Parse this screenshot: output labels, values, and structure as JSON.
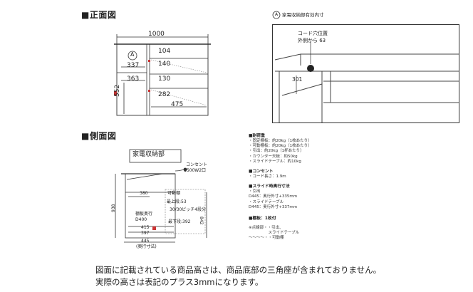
{
  "front_view": {
    "heading": "■正面図",
    "width_label": "1000",
    "marker": "A",
    "left_dims": [
      "337",
      "363"
    ],
    "height_label": "552",
    "shelf_heights": [
      "104",
      "140",
      "130",
      "282"
    ],
    "inner_width": "475"
  },
  "detail_view": {
    "marker": "A",
    "caption": "家電収納部有効内寸",
    "hole_label_1": "コード穴位置",
    "hole_label_2": "外側から 63",
    "dim_301": "301"
  },
  "side_view": {
    "heading": "■側面図",
    "box_label": "家電収納部",
    "outlet_label_1": "コンセント",
    "outlet_label_2": "1500W2口",
    "dim_380": "380",
    "movable_shelf_label": "可動棚",
    "shelf_top": "最上段:53",
    "pitch": "30/30ピッチ4段分",
    "shelf_bottom": "最下段:392",
    "depth_label_1": "棚板奥行",
    "depth_label_2": "D400",
    "dim_415": "415",
    "dim_397": "397",
    "dim_445": "445",
    "depth_note": "(奥行寸法)",
    "height_left": "938",
    "height_right": "842"
  },
  "notes": {
    "load_title": "■耐荷重",
    "load_items": [
      "・固定棚板：約20kg（1枚あたり）",
      "・可動棚板：約20kg（1枚あたり）",
      "・引出：約20kg（1杯あたり）",
      "・カウンター天板：約50kg",
      "・スライドテーブル：約10kg"
    ],
    "outlet_title": "■コンセント",
    "outlet_items": [
      "・コード長さ：1.9m"
    ],
    "slide_title": "■スライド時奥行寸法",
    "slide_items": [
      "・引出",
      "D445：奥行外寸+335mm",
      "・スライドテーブル",
      "D445：奥行外寸+337mm"
    ],
    "shelf_count_title": "■棚板：1枚付",
    "legend_1": "※点線部・・引出、",
    "legend_2": "　　　　　スライドテーブル",
    "legend_3": "〜〜〜〜・・可動棚"
  },
  "footer": {
    "line1": "図面に記載されている商品高さは、商品底部の三角座が含まれておりません。",
    "line2": "実際の高さは表記のプラス3mmになります。"
  }
}
